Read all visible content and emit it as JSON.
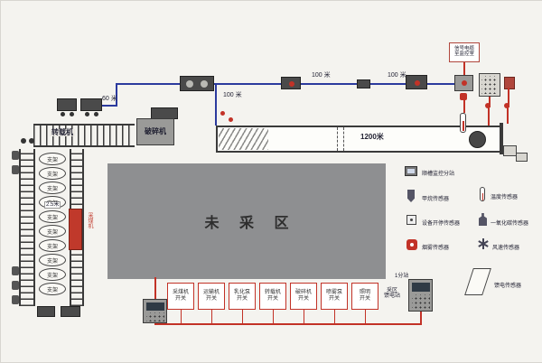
{
  "colors": {
    "cable_blue": "#2b3a9e",
    "line_red": "#c23227",
    "area_gray": "#8e8f91"
  },
  "cables": {
    "d60": "60 米",
    "d100_1": "100 米",
    "d100_2": "100 米",
    "d100_3": "100 米"
  },
  "note": {
    "l1": "信号电缆",
    "l2": "至监控室"
  },
  "machines": {
    "transfer": "转载机",
    "crusher": "破碎机",
    "shearer": "采煤机",
    "support_gap": "2.5米"
  },
  "belt": {
    "length": "1200米"
  },
  "area": {
    "label": "未 采 区"
  },
  "supports": [
    "支架",
    "支架",
    "支架",
    "支架",
    "支架",
    "支架",
    "支架",
    "支架",
    "支架",
    "支架"
  ],
  "legend": {
    "items": [
      {
        "label": "顺槽监控分站"
      },
      {
        "label": "甲烷传感器"
      },
      {
        "label": "设备开停传感器"
      },
      {
        "label": "烟雾传感器"
      },
      {
        "label": "温度传感器"
      },
      {
        "label": "一氧化碳传感器"
      },
      {
        "label": "风速传感器"
      },
      {
        "label": "馈电传感器"
      }
    ]
  },
  "bottom": {
    "switches": [
      {
        "l1": "采煤机",
        "l2": "开关"
      },
      {
        "l1": "运输机",
        "l2": "开关"
      },
      {
        "l1": "乳化泵",
        "l2": "开关"
      },
      {
        "l1": "转载机",
        "l2": "开关"
      },
      {
        "l1": "破碎机",
        "l2": "开关"
      },
      {
        "l1": "喷雾泵",
        "l2": "开关"
      },
      {
        "l1": "照明",
        "l2": "开关"
      }
    ],
    "feeder_l1": "采区",
    "feeder_l2": "馈电站",
    "station": "1分站"
  }
}
